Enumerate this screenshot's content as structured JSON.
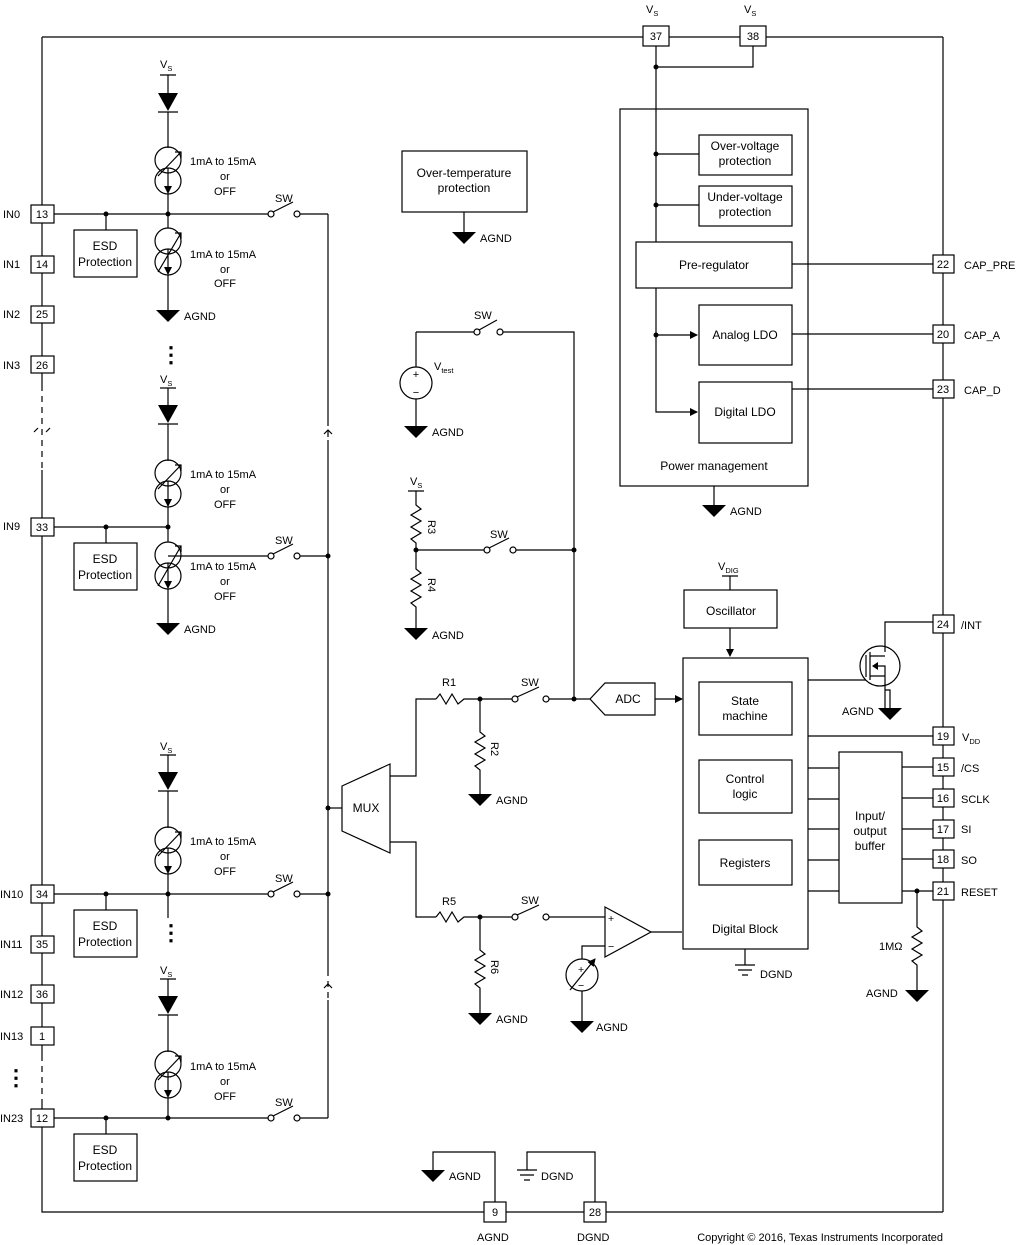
{
  "pins": [
    {
      "num": "37",
      "label": "V",
      "sub": "S"
    },
    {
      "num": "38",
      "label": "V",
      "sub": "S"
    },
    {
      "num": "13",
      "label": "IN0"
    },
    {
      "num": "14",
      "label": "IN1"
    },
    {
      "num": "25",
      "label": "IN2"
    },
    {
      "num": "26",
      "label": "IN3"
    },
    {
      "num": "33",
      "label": "IN9"
    },
    {
      "num": "34",
      "label": "IN10"
    },
    {
      "num": "35",
      "label": "IN11"
    },
    {
      "num": "36",
      "label": "IN12"
    },
    {
      "num": "1",
      "label": "IN13"
    },
    {
      "num": "12",
      "label": "IN23"
    },
    {
      "num": "22",
      "label": "CAP_PRE"
    },
    {
      "num": "20",
      "label": "CAP_A"
    },
    {
      "num": "23",
      "label": "CAP_D"
    },
    {
      "num": "24",
      "label": "/INT"
    },
    {
      "num": "19",
      "label": "V",
      "sub": "DD"
    },
    {
      "num": "15",
      "label": "/CS"
    },
    {
      "num": "16",
      "label": "SCLK"
    },
    {
      "num": "17",
      "label": "SI"
    },
    {
      "num": "18",
      "label": "SO"
    },
    {
      "num": "21",
      "label": "RESET"
    },
    {
      "num": "9",
      "label": "AGND"
    },
    {
      "num": "28",
      "label": "DGND"
    }
  ],
  "blocks": {
    "over_temp": [
      "Over-temperature",
      "protection"
    ],
    "over_voltage": [
      "Over-voltage",
      "protection"
    ],
    "under_voltage": [
      "Under-voltage",
      "protection"
    ],
    "pre_regulator": "Pre-regulator",
    "analog_ldo": "Analog LDO",
    "digital_ldo": "Digital LDO",
    "power_management": "Power management",
    "oscillator": "Oscillator",
    "adc": "ADC",
    "mux": "MUX",
    "state_machine": [
      "State",
      "machine"
    ],
    "control_logic": [
      "Control",
      "logic"
    ],
    "registers": "Registers",
    "digital_block": "Digital Block",
    "io_buffer": [
      "Input/",
      "output",
      "buffer"
    ],
    "esd": [
      "ESD",
      "Protection"
    ]
  },
  "labels": {
    "agnd": "AGND",
    "dgnd": "DGND",
    "sw": "SW",
    "vs": "V",
    "vs_sub": "S",
    "vdig": "V",
    "vdig_sub": "DIG",
    "vtest": "V",
    "vtest_sub": "test",
    "current_source": [
      "1mA to 15mA",
      "or",
      "OFF"
    ],
    "r1": "R1",
    "r2": "R2",
    "r3": "R3",
    "r4": "R4",
    "r5": "R5",
    "r6": "R6",
    "res_1m": "1MΩ",
    "plus": "+",
    "minus": "−",
    "dots": "⋮"
  },
  "copyright": "Copyright © 2016, Texas Instruments Incorporated"
}
